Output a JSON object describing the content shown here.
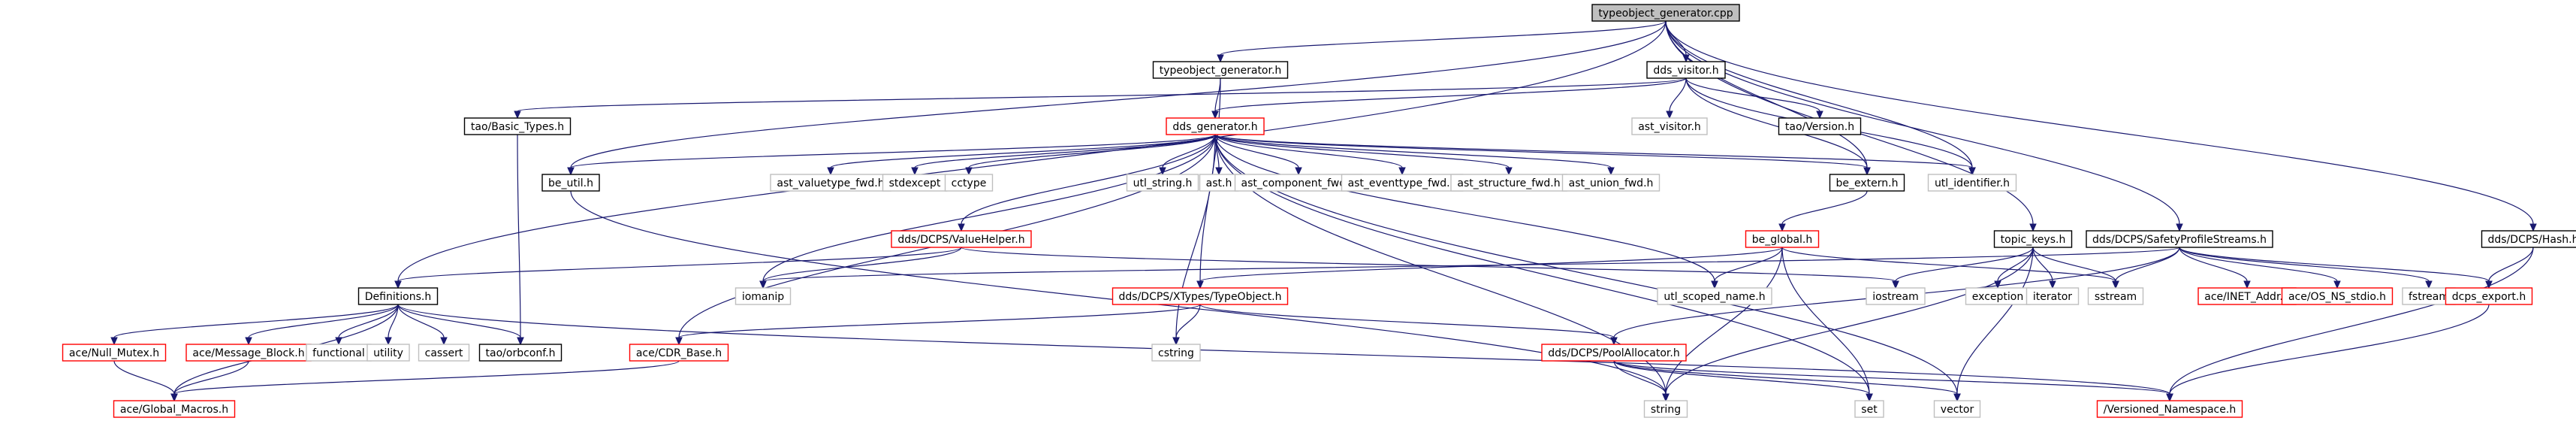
{
  "colors": {
    "edge": "#191970",
    "root_fill": "#bfbfbf",
    "documented_border": "#000000",
    "missing_border": "#ff0000",
    "external_border": "#bfbfbf",
    "node_fill": "#ffffff"
  },
  "nodes": [
    {
      "id": "root",
      "label": "typeobject_generator.cpp",
      "kind": "root"
    },
    {
      "id": "tg_h",
      "label": "typeobject_generator.h",
      "kind": "documented"
    },
    {
      "id": "dds_visitor",
      "label": "dds_visitor.h",
      "kind": "documented"
    },
    {
      "id": "tao_basic",
      "label": "tao/Basic_Types.h",
      "kind": "documented"
    },
    {
      "id": "dds_generator",
      "label": "dds_generator.h",
      "kind": "missing"
    },
    {
      "id": "ast_visitor",
      "label": "ast_visitor.h",
      "kind": "external"
    },
    {
      "id": "tao_version",
      "label": "tao/Version.h",
      "kind": "documented"
    },
    {
      "id": "be_util",
      "label": "be_util.h",
      "kind": "documented"
    },
    {
      "id": "ast_valuetype_fwd",
      "label": "ast_valuetype_fwd.h",
      "kind": "external"
    },
    {
      "id": "stdexcept",
      "label": "stdexcept",
      "kind": "external"
    },
    {
      "id": "cctype",
      "label": "cctype",
      "kind": "external"
    },
    {
      "id": "utl_string",
      "label": "utl_string.h",
      "kind": "external"
    },
    {
      "id": "ast_h",
      "label": "ast.h",
      "kind": "external"
    },
    {
      "id": "ast_component_fwd",
      "label": "ast_component_fwd.h",
      "kind": "external"
    },
    {
      "id": "ast_eventtype_fwd",
      "label": "ast_eventtype_fwd.h",
      "kind": "external"
    },
    {
      "id": "ast_structure_fwd",
      "label": "ast_structure_fwd.h",
      "kind": "external"
    },
    {
      "id": "ast_union_fwd",
      "label": "ast_union_fwd.h",
      "kind": "external"
    },
    {
      "id": "be_extern",
      "label": "be_extern.h",
      "kind": "documented"
    },
    {
      "id": "utl_identifier",
      "label": "utl_identifier.h",
      "kind": "external"
    },
    {
      "id": "value_helper",
      "label": "dds/DCPS/ValueHelper.h",
      "kind": "missing"
    },
    {
      "id": "be_global",
      "label": "be_global.h",
      "kind": "missing"
    },
    {
      "id": "topic_keys",
      "label": "topic_keys.h",
      "kind": "documented"
    },
    {
      "id": "safety_streams",
      "label": "dds/DCPS/SafetyProfileStreams.h",
      "kind": "documented"
    },
    {
      "id": "hash_h",
      "label": "dds/DCPS/Hash.h",
      "kind": "documented"
    },
    {
      "id": "definitions",
      "label": "Definitions.h",
      "kind": "documented"
    },
    {
      "id": "iomanip",
      "label": "iomanip",
      "kind": "external"
    },
    {
      "id": "typeobject",
      "label": "dds/DCPS/XTypes/TypeObject.h",
      "kind": "missing"
    },
    {
      "id": "utl_scoped_name",
      "label": "utl_scoped_name.h",
      "kind": "external"
    },
    {
      "id": "iostream",
      "label": "iostream",
      "kind": "external"
    },
    {
      "id": "exception",
      "label": "exception",
      "kind": "external"
    },
    {
      "id": "iterator",
      "label": "iterator",
      "kind": "external"
    },
    {
      "id": "sstream",
      "label": "sstream",
      "kind": "external"
    },
    {
      "id": "inet_addr",
      "label": "ace/INET_Addr.h",
      "kind": "missing"
    },
    {
      "id": "os_ns_stdio",
      "label": "ace/OS_NS_stdio.h",
      "kind": "missing"
    },
    {
      "id": "fstream",
      "label": "fstream",
      "kind": "external"
    },
    {
      "id": "dcps_export",
      "label": "dcps_export.h",
      "kind": "missing"
    },
    {
      "id": "null_mutex",
      "label": "ace/Null_Mutex.h",
      "kind": "missing"
    },
    {
      "id": "message_block",
      "label": "ace/Message_Block.h",
      "kind": "missing"
    },
    {
      "id": "functional",
      "label": "functional",
      "kind": "external"
    },
    {
      "id": "utility",
      "label": "utility",
      "kind": "external"
    },
    {
      "id": "cassert",
      "label": "cassert",
      "kind": "external"
    },
    {
      "id": "orbconf",
      "label": "tao/orbconf.h",
      "kind": "documented"
    },
    {
      "id": "cdr_base",
      "label": "ace/CDR_Base.h",
      "kind": "missing"
    },
    {
      "id": "cstring",
      "label": "cstring",
      "kind": "external"
    },
    {
      "id": "pool_allocator",
      "label": "dds/DCPS/PoolAllocator.h",
      "kind": "missing"
    },
    {
      "id": "global_macros",
      "label": "ace/Global_Macros.h",
      "kind": "missing"
    },
    {
      "id": "string",
      "label": "string",
      "kind": "external"
    },
    {
      "id": "set",
      "label": "set",
      "kind": "external"
    },
    {
      "id": "vector",
      "label": "vector",
      "kind": "external"
    },
    {
      "id": "versioned_ns",
      "label": "/Versioned_Namespace.h",
      "kind": "missing"
    }
  ],
  "edges": [
    [
      "root",
      "tg_h"
    ],
    [
      "root",
      "dds_visitor"
    ],
    [
      "root",
      "definitions"
    ],
    [
      "root",
      "be_util"
    ],
    [
      "root",
      "be_extern"
    ],
    [
      "root",
      "utl_identifier"
    ],
    [
      "root",
      "topic_keys"
    ],
    [
      "root",
      "safety_streams"
    ],
    [
      "root",
      "hash_h"
    ],
    [
      "tg_h",
      "dds_generator"
    ],
    [
      "tg_h",
      "typeobject"
    ],
    [
      "dds_visitor",
      "tao_basic"
    ],
    [
      "dds_visitor",
      "dds_generator"
    ],
    [
      "dds_visitor",
      "ast_visitor"
    ],
    [
      "dds_visitor",
      "tao_version"
    ],
    [
      "dds_visitor",
      "be_extern"
    ],
    [
      "dds_visitor",
      "utl_identifier"
    ],
    [
      "tao_basic",
      "orbconf"
    ],
    [
      "dds_generator",
      "be_util"
    ],
    [
      "dds_generator",
      "ast_valuetype_fwd"
    ],
    [
      "dds_generator",
      "stdexcept"
    ],
    [
      "dds_generator",
      "cctype"
    ],
    [
      "dds_generator",
      "utl_string"
    ],
    [
      "dds_generator",
      "ast_h"
    ],
    [
      "dds_generator",
      "ast_component_fwd"
    ],
    [
      "dds_generator",
      "ast_eventtype_fwd"
    ],
    [
      "dds_generator",
      "ast_structure_fwd"
    ],
    [
      "dds_generator",
      "ast_union_fwd"
    ],
    [
      "dds_generator",
      "be_extern"
    ],
    [
      "dds_generator",
      "utl_identifier"
    ],
    [
      "dds_generator",
      "value_helper"
    ],
    [
      "dds_generator",
      "iomanip"
    ],
    [
      "dds_generator",
      "cdr_base"
    ],
    [
      "dds_generator",
      "cstring"
    ],
    [
      "dds_generator",
      "string"
    ],
    [
      "dds_generator",
      "utl_scoped_name"
    ],
    [
      "dds_generator",
      "vector"
    ],
    [
      "dds_generator",
      "set"
    ],
    [
      "be_util",
      "string"
    ],
    [
      "be_extern",
      "be_global"
    ],
    [
      "value_helper",
      "definitions"
    ],
    [
      "value_helper",
      "iomanip"
    ],
    [
      "value_helper",
      "iostream"
    ],
    [
      "be_global",
      "typeobject"
    ],
    [
      "be_global",
      "utl_scoped_name"
    ],
    [
      "be_global",
      "string"
    ],
    [
      "be_global",
      "set"
    ],
    [
      "be_global",
      "sstream"
    ],
    [
      "topic_keys",
      "exception"
    ],
    [
      "topic_keys",
      "iterator"
    ],
    [
      "topic_keys",
      "sstream"
    ],
    [
      "topic_keys",
      "vector"
    ],
    [
      "topic_keys",
      "string"
    ],
    [
      "topic_keys",
      "iostream"
    ],
    [
      "safety_streams",
      "iomanip"
    ],
    [
      "safety_streams",
      "sstream"
    ],
    [
      "safety_streams",
      "inet_addr"
    ],
    [
      "safety_streams",
      "os_ns_stdio"
    ],
    [
      "safety_streams",
      "fstream"
    ],
    [
      "safety_streams",
      "dcps_export"
    ],
    [
      "safety_streams",
      "pool_allocator"
    ],
    [
      "hash_h",
      "dcps_export"
    ],
    [
      "hash_h",
      "versioned_ns"
    ],
    [
      "definitions",
      "null_mutex"
    ],
    [
      "definitions",
      "message_block"
    ],
    [
      "definitions",
      "functional"
    ],
    [
      "definitions",
      "utility"
    ],
    [
      "definitions",
      "cassert"
    ],
    [
      "definitions",
      "orbconf"
    ],
    [
      "definitions",
      "global_macros"
    ],
    [
      "definitions",
      "versioned_ns"
    ],
    [
      "typeobject",
      "cdr_base"
    ],
    [
      "typeobject",
      "cstring"
    ],
    [
      "typeobject",
      "pool_allocator"
    ],
    [
      "null_mutex",
      "global_macros"
    ],
    [
      "message_block",
      "global_macros"
    ],
    [
      "cdr_base",
      "global_macros"
    ],
    [
      "pool_allocator",
      "string"
    ],
    [
      "pool_allocator",
      "set"
    ],
    [
      "pool_allocator",
      "vector"
    ],
    [
      "pool_allocator",
      "versioned_ns"
    ],
    [
      "dcps_export",
      "versioned_ns"
    ]
  ]
}
